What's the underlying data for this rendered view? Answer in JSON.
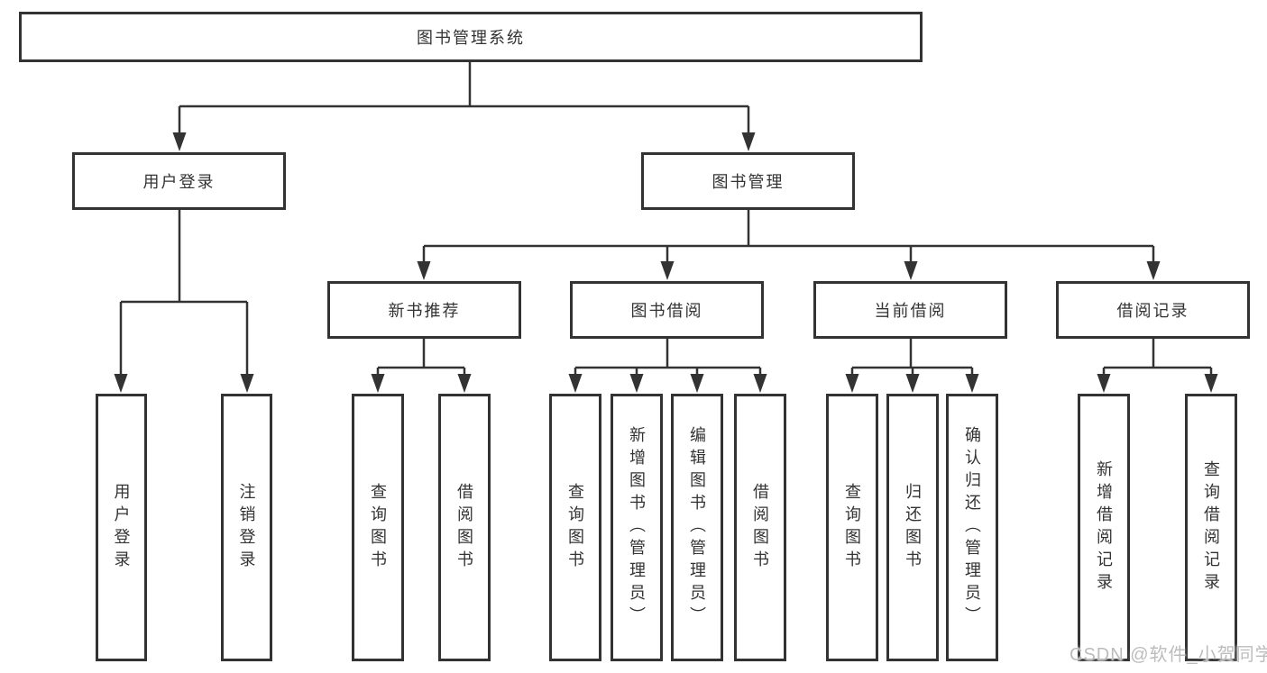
{
  "diagram_type": "hierarchy-tree",
  "colors": {
    "line": "#333333",
    "box_border": "#333333",
    "text": "#333333",
    "background": "#ffffff",
    "watermark_text": "#bcbcbc"
  },
  "watermark": "CSDN @软件_小贺同学",
  "tree": {
    "label": "图书管理系统",
    "children": [
      {
        "label": "用户登录",
        "children": [
          {
            "label": "用户登录"
          },
          {
            "label": "注销登录"
          }
        ]
      },
      {
        "label": "图书管理",
        "children": [
          {
            "label": "新书推荐",
            "children": [
              {
                "label": "查询图书"
              },
              {
                "label": "借阅图书"
              }
            ]
          },
          {
            "label": "图书借阅",
            "children": [
              {
                "label": "查询图书"
              },
              {
                "label": "新增图书（管理员）"
              },
              {
                "label": "编辑图书（管理员）"
              },
              {
                "label": "借阅图书"
              }
            ]
          },
          {
            "label": "当前借阅",
            "children": [
              {
                "label": "查询图书"
              },
              {
                "label": "归还图书"
              },
              {
                "label": "确认归还（管理员）"
              }
            ]
          },
          {
            "label": "借阅记录",
            "children": [
              {
                "label": "新增借阅记录"
              },
              {
                "label": "查询借阅记录"
              }
            ]
          }
        ]
      }
    ]
  }
}
